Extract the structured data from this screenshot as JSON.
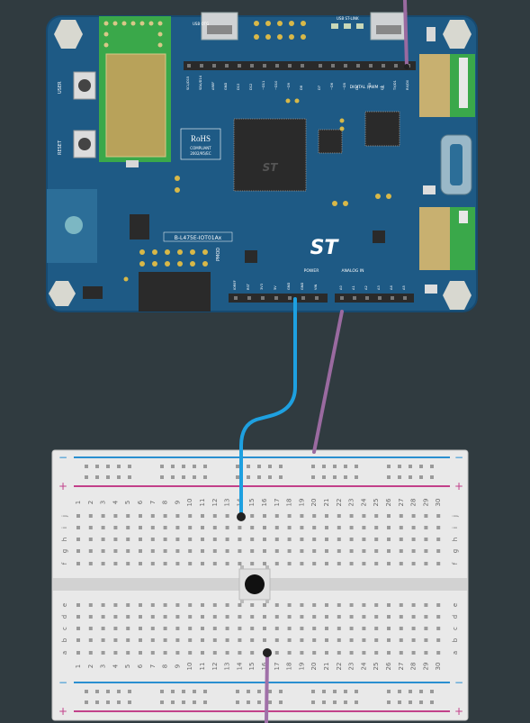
{
  "board": {
    "name": "B-L475E-IOT01Ax",
    "rohs": "RoHS",
    "compliant": "COMPLIANT",
    "directive": "2002/95/EC",
    "buttons": {
      "user": "USER",
      "reset": "RESET"
    },
    "digital_label": "DIGITAL (PWM ~)",
    "power_label": "POWER",
    "analog_label": "ANALOG IN",
    "pmod_label": "PMOD",
    "usb_label": "USB OTG",
    "usb_stlink_label": "USB ST-LINK",
    "aref_label": "AREF",
    "digital_pins": [
      "SCL/D15",
      "SDA/D14",
      "AREF",
      "GND",
      "D13",
      "D12",
      "~D11",
      "~D10",
      "~D9",
      "D8",
      "D7",
      "~D6",
      "~D5",
      "D4",
      "~D3",
      "D2",
      "TX/D1",
      "RX/D0"
    ],
    "power_pins": [
      "IOREF",
      "RST",
      "3V3",
      "5V",
      "GND",
      "GND",
      "VIN"
    ],
    "analog_pins": [
      "A0",
      "A1",
      "A2",
      "A3",
      "A4",
      "A5"
    ],
    "colors": {
      "pcb": "#1e5a85",
      "pcb_edge": "#174a70",
      "header": "#2a2a2a"
    }
  },
  "breadboard": {
    "columns": [
      "1",
      "2",
      "3",
      "4",
      "5",
      "6",
      "7",
      "8",
      "9",
      "10",
      "11",
      "12",
      "13",
      "14",
      "15",
      "16",
      "17",
      "18",
      "19",
      "20",
      "21",
      "22",
      "23",
      "24",
      "25",
      "26",
      "27",
      "28",
      "29",
      "30"
    ],
    "rows_top": [
      "j",
      "i",
      "h",
      "g",
      "f"
    ],
    "rows_bottom": [
      "e",
      "d",
      "c",
      "b",
      "a"
    ],
    "rail_minus": "−",
    "rail_plus": "+",
    "colors": {
      "body": "#e9e9e9",
      "hole": "#9a9a9a",
      "rail_blue": "#2a8fd0",
      "rail_red": "#c2408a"
    }
  },
  "components": {
    "pushbutton": "pushbutton"
  },
  "wires": [
    {
      "name": "wire-blue",
      "color": "#1ea0e0"
    },
    {
      "name": "wire-purple-top",
      "color": "#9a6aa0"
    },
    {
      "name": "wire-purple-middle",
      "color": "#9a6aa0"
    },
    {
      "name": "wire-purple-bottom",
      "color": "#a070a8"
    }
  ]
}
